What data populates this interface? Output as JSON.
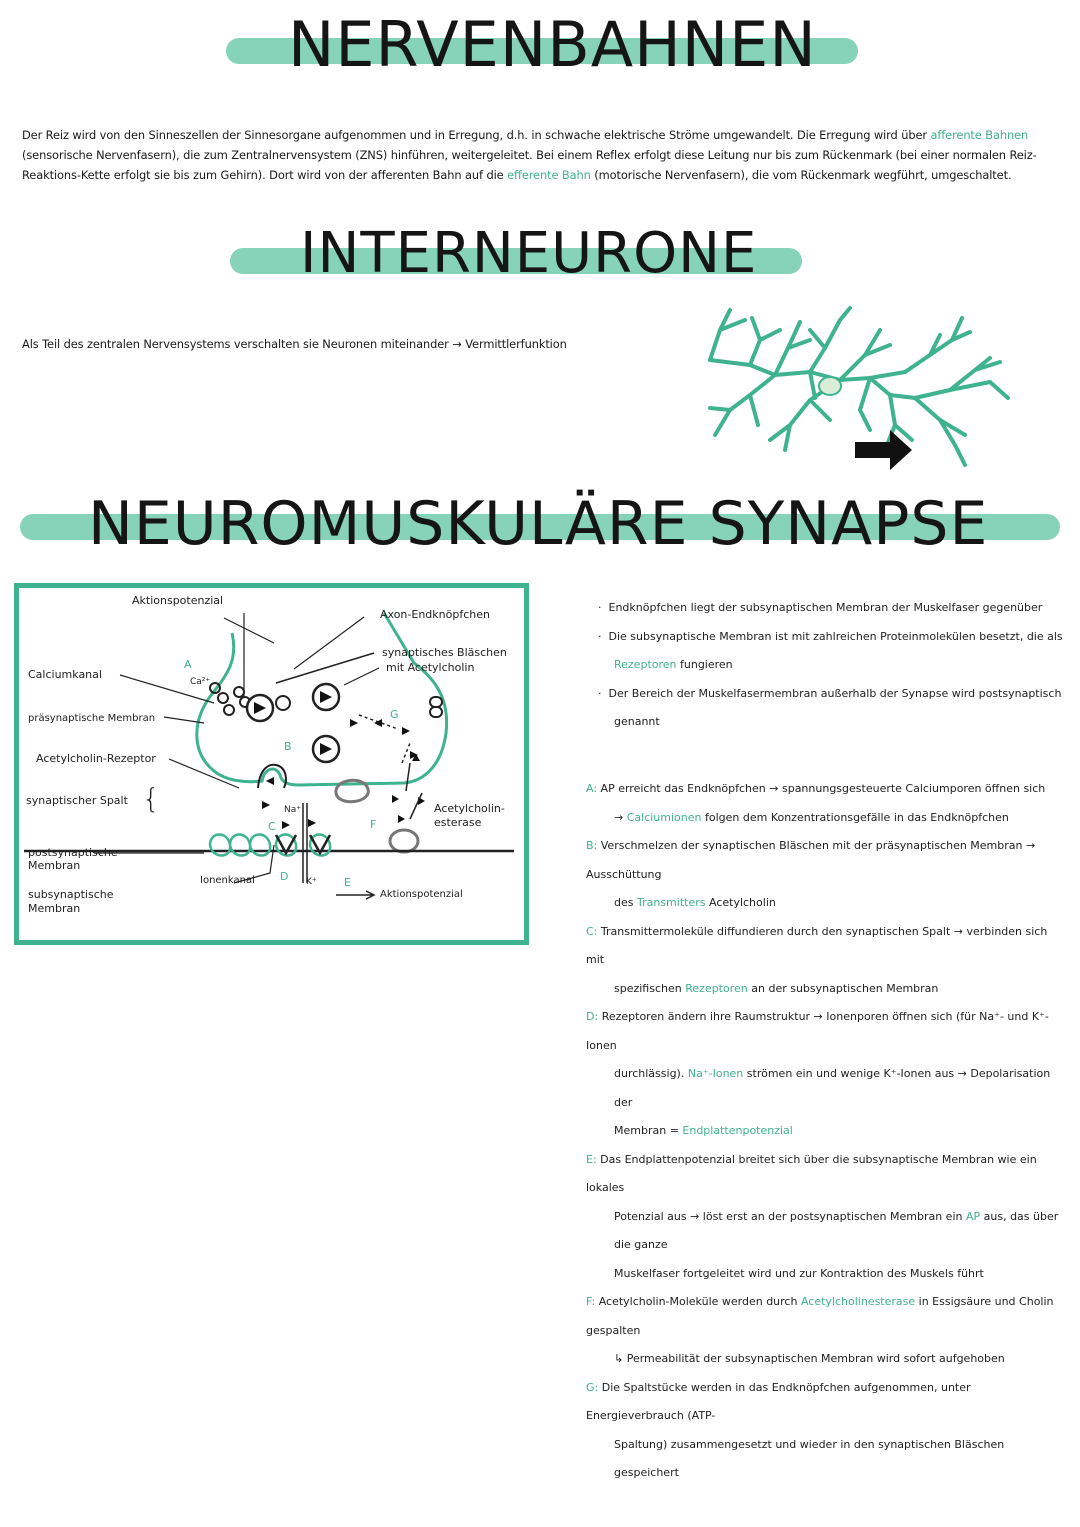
{
  "section1": {
    "title": "NERVENBAHNEN",
    "p_a": "Der Reiz wird von den Sinneszellen der Sinnesorgane aufgenommen und in Erregung, d.h. in schwache elektrische Ströme umgewandelt. Die Erregung wird über ",
    "p_hl1": "afferente Bahnen",
    "p_b": " (sensorische Nervenfasern), die zum Zentralnervensystem (ZNS) hinführen, weitergeleitet. Bei einem Reflex erfolgt diese Leitung nur bis zum Rückenmark (bei einer normalen Reiz-Reaktions-Kette erfolgt sie bis zum Gehirn). Dort wird von der afferenten Bahn auf die ",
    "p_hl2": "efferente Bahn",
    "p_c": " (motorische Nervenfasern), die vom Rückenmark wegführt, umgeschaltet."
  },
  "section2": {
    "title": "INTERNEURONE",
    "text": "Als Teil des zentralen Nervensystems verschalten sie Neuronen miteinander → Vermittlerfunktion"
  },
  "section3": {
    "title": "NEUROMUSKULÄRE SYNAPSE",
    "diagram_labels": {
      "aktionspotenzial_top": "Aktionspotenzial",
      "axon": "Axon-Endknöpfchen",
      "blaeschen1": "synaptisches Bläschen",
      "blaeschen2": "mit Acetylcholin",
      "calcium": "Calciumkanal",
      "praesyn": "präsynaptische Membran",
      "rezeptor": "Acetylcholin-Rezeptor",
      "spalt": "synaptischer Spalt",
      "postsyn1": "postsynaptische",
      "postsyn2": "Membran",
      "subsyn1": "subsynaptische",
      "subsyn2": "Membran",
      "ionenkanal": "Ionenkanal",
      "esterase1": "Acetylcholin-",
      "esterase2": "esterase",
      "aktionspotenzial_bottom": "Aktionspotenzial",
      "ca": "Ca²⁺",
      "na": "Na⁺",
      "k": "K⁺",
      "A": "A",
      "B": "B",
      "C": "C",
      "D": "D",
      "E": "E",
      "F": "F",
      "G": "G"
    },
    "bullets": {
      "b1": "Endknöpfchen liegt der subsynaptischen Membran der Muskelfaser gegenüber",
      "b2a": "Die subsynaptische Membran ist mit zahlreichen Proteinmolekülen besetzt, die als",
      "b2hl": "Rezeptoren",
      "b2b": " fungieren",
      "b3a": "Der Bereich der Muskelfasermembran außerhalb der Synapse wird postsynaptisch",
      "b3b": "genannt"
    },
    "steps": {
      "A1": "AP erreicht das Endknöpfchen → spannungsgesteuerte Calciumporen öffnen sich",
      "A2a": "→ ",
      "A2hl": "Calciumionen",
      "A2b": " folgen dem Konzentrationsgefälle in das Endknöpfchen",
      "B1": "Verschmelzen der synaptischen Bläschen mit der präsynaptischen Membran → Ausschüttung",
      "B2a": "des ",
      "B2hl": "Transmitters",
      "B2b": " Acetylcholin",
      "C1": "Transmittermoleküle diffundieren durch den synaptischen Spalt → verbinden sich mit",
      "C2a": "spezifischen ",
      "C2hl": "Rezeptoren",
      "C2b": " an der subsynaptischen Membran",
      "D1": "Rezeptoren ändern ihre Raumstruktur → Ionenporen öffnen sich (für Na⁺- und K⁺-Ionen",
      "D2a": "durchlässig). ",
      "D2hl": "Na⁺-Ionen",
      "D2b": " strömen ein und wenige K⁺-Ionen aus → Depolarisation der",
      "D3a": "Membran = ",
      "D3hl": "Endplattenpotenzial",
      "E1": "Das Endplattenpotenzial breitet sich über die subsynaptische Membran wie ein lokales",
      "E2a": "Potenzial aus → löst erst an der postsynaptischen Membran ein ",
      "E2hl": "AP",
      "E2b": " aus, das über die ganze",
      "E3": "Muskelfaser fortgeleitet wird und zur Kontraktion des Muskels führt",
      "F1a": "Acetylcholin-Moleküle werden durch ",
      "F1hl": "Acetylcholinesterase",
      "F1b": " in Essigsäure und Cholin gespalten",
      "F2": "↳ Permeabilität der subsynaptischen Membran wird sofort aufgehoben",
      "G1": "Die Spaltstücke werden in das Endknöpfchen aufgenommen, unter Energieverbrauch (ATP-",
      "G2": "Spaltung) zusammengesetzt und wieder in den synaptischen Bläschen gespeichert"
    },
    "step_letters": {
      "A": "A:",
      "B": "B:",
      "C": "C:",
      "D": "D:",
      "E": "E:",
      "F": "F:",
      "G": "G:"
    }
  },
  "colors": {
    "accent": "#3fb28f",
    "highlight": "#86d3b9",
    "ink": "#1a1a1a"
  }
}
